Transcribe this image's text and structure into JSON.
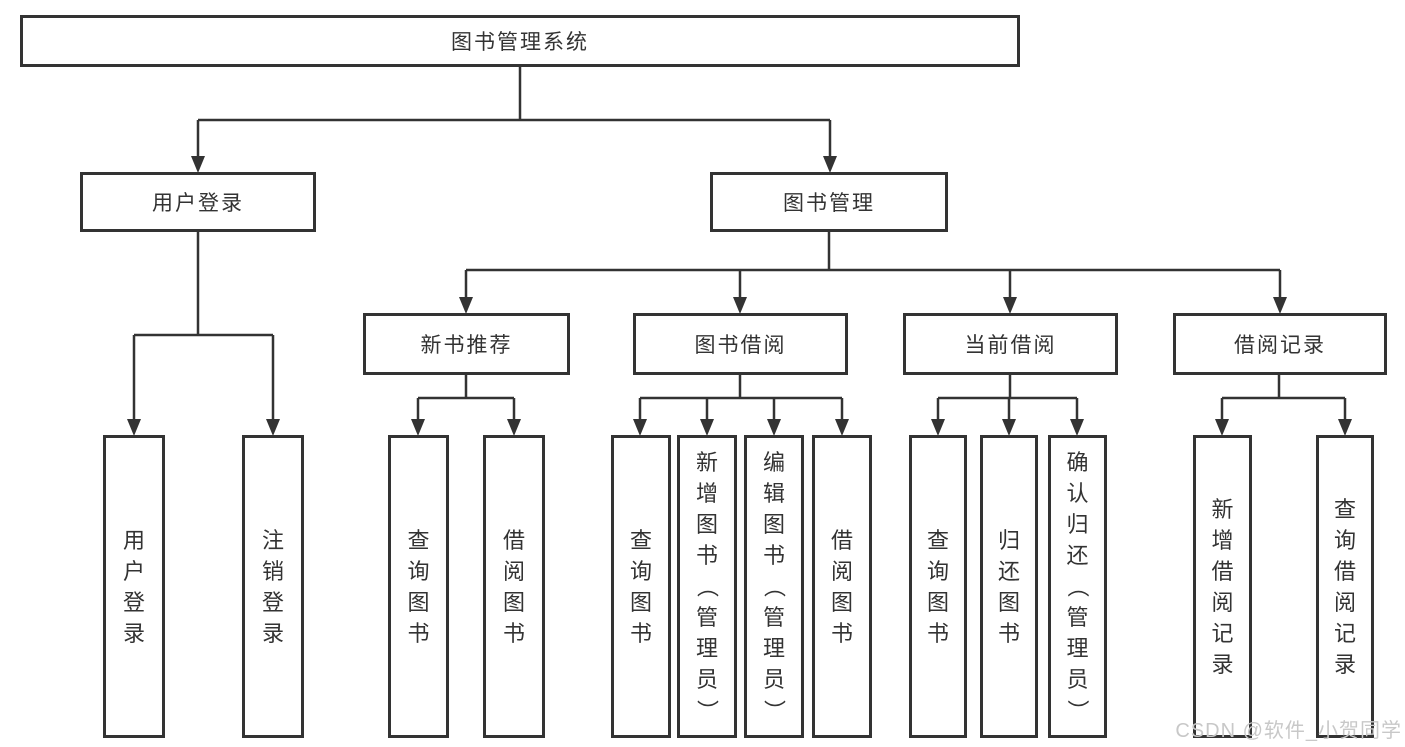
{
  "nodes": {
    "root": "图书管理系统",
    "user_login": "用户登录",
    "book_mgmt": "图书管理",
    "new_book_rec": "新书推荐",
    "book_borrow": "图书借阅",
    "current_borrow": "当前借阅",
    "borrow_records": "借阅记录"
  },
  "leaves": {
    "g1": [
      "用户登录",
      "注销登录"
    ],
    "g2": [
      "查询图书",
      "借阅图书"
    ],
    "g3": [
      "查询图书",
      "新增图书（管理员）",
      "编辑图书（管理员）",
      "借阅图书"
    ],
    "g4": [
      "查询图书",
      "归还图书",
      "确认归还（管理员）"
    ],
    "g5": [
      "新增借阅记录",
      "查询借阅记录"
    ]
  },
  "watermark": "CSDN @软件_小贺同学",
  "colors": {
    "line": "#333333",
    "border": "#333333",
    "text": "#333333",
    "background": "#ffffff",
    "watermark": "#c8c8c8"
  }
}
